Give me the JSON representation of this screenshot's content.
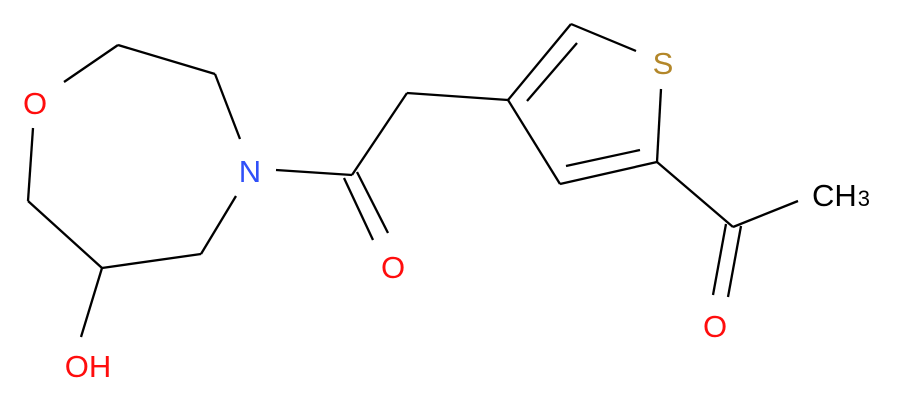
{
  "molecule": {
    "type": "structure-diagram",
    "atoms": {
      "ring_oxygen": {
        "label": "O",
        "color": "#ff0d0d"
      },
      "ring_nitrogen": {
        "label": "N",
        "color": "#3050f8"
      },
      "carbonyl_oxygen": {
        "label": "O",
        "color": "#ff0d0d"
      },
      "hydroxyl": {
        "label": "OH",
        "color": "#ff0d0d"
      },
      "sulfur": {
        "label": "S",
        "color": "#b3872a"
      },
      "acetyl_oxygen": {
        "label": "O",
        "color": "#ff0d0d"
      },
      "methyl": {
        "label": "CH",
        "subscript": "3",
        "color": "#000000"
      }
    },
    "bond_color": "#000000"
  }
}
